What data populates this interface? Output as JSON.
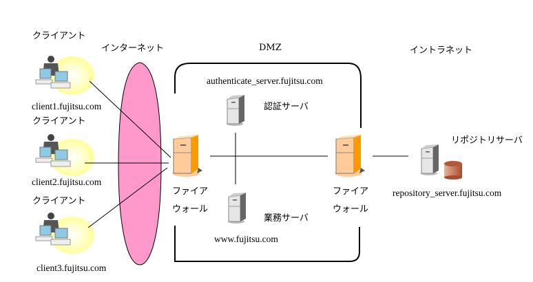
{
  "zones": {
    "internet": "インターネット",
    "dmz": "DMZ",
    "intranet": "イントラネット"
  },
  "clients": [
    {
      "role": "クライアント",
      "host": "client1.fujitsu.com"
    },
    {
      "role": "クライアント",
      "host": "client2.fujitsu.com"
    },
    {
      "role": "クライアント",
      "host": "client3.fujitsu.com"
    }
  ],
  "firewalls": [
    {
      "line1": "ファイア",
      "line2": "ウォール"
    },
    {
      "line1": "ファイア",
      "line2": "ウォール"
    }
  ],
  "auth_server": {
    "label": "認証サーバ",
    "host": "authenticate_server.fujitsu.com"
  },
  "business_server": {
    "label": "業務サーバ",
    "host": "www.fujitsu.com"
  },
  "repository_server": {
    "label": "リポジトリサーバ",
    "host": "repository_server.fujitsu.com"
  },
  "colors": {
    "internet_cloud": "#ff99cc",
    "client_glow": "#ffff99",
    "firewall_face": "#ffcc99",
    "firewall_side": "#ff9900",
    "server_face": "#e6e6e6",
    "server_side": "#666666",
    "db": "#c8785a"
  }
}
